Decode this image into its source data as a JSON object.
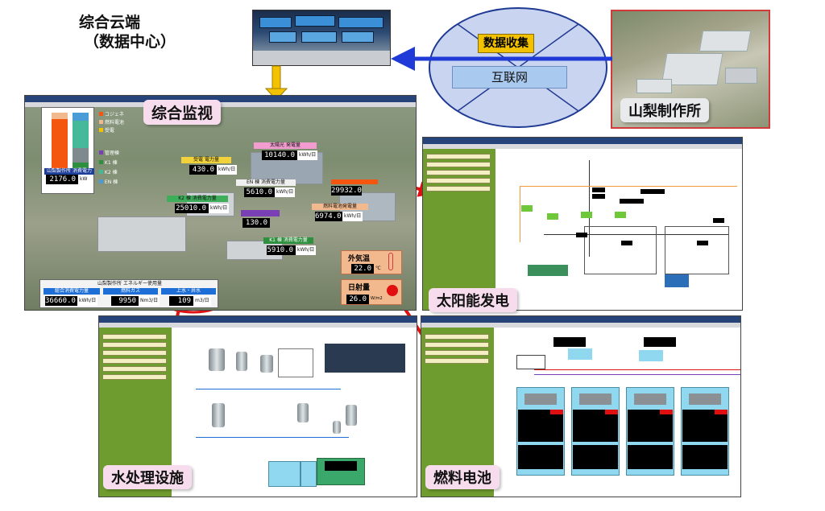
{
  "labels": {
    "cloud_line1": "综合云端",
    "cloud_line2": "（数据中心）",
    "data_collection": "数据收集",
    "internet": "互联网",
    "factory": "山梨制作所",
    "integrated_monitoring": "综合监视",
    "solar": "太阳能发电",
    "water": "水处理设施",
    "fuel_cell": "燃料电池"
  },
  "monitor": {
    "solar_label": "太陽光 発電量",
    "solar_value": "10140.0",
    "solar_unit": "kWh/日",
    "received_label": "受電 電力量",
    "received_value": "430.0",
    "received_unit": "kWh/日",
    "en_label": "EN 棟 消費電力量",
    "en_value": "5610.0",
    "en_unit": "kWh/日",
    "k2_label": "K2 棟 消費電力量",
    "k2_value": "25010.0",
    "k2_unit": "kWh/日",
    "value_29932": "29932.0",
    "fuel_label": "燃料電池発電量",
    "fuel_value": "6974.0",
    "fuel_unit": "kWh/日",
    "value_130": "130.0",
    "k1_label": "K1 棟 消費電力量",
    "k1_value": "5910.0",
    "k1_unit": "kWh/日",
    "outside_temp_label": "外気温",
    "outside_temp_value": "22.0",
    "outside_temp_unit": "℃",
    "irradiance_label": "日射量",
    "irradiance_value": "26.0",
    "irradiance_unit": "W/m2",
    "total_label": "山梨製作所 消費電力",
    "total_value": "2176.0",
    "total_unit": "kW",
    "energy_title": "山梨製作所 エネルギー使用量",
    "energy_power_label": "総合消費電力量",
    "energy_power_value": "36660.0",
    "energy_power_unit": "kWh/日",
    "energy_gas_label": "燃料ガス",
    "energy_gas_value": "9950",
    "energy_gas_unit": "Nm3/日",
    "energy_water_label": "上水・井水",
    "energy_water_value": "109",
    "energy_water_unit": "m3/日",
    "legend": [
      "コジェネ",
      "燃料電池",
      "受電",
      "管理棟",
      "K1 棟",
      "K2 棟",
      "EN 棟"
    ]
  },
  "colors": {
    "ellipse_fill": "#c9d4f0",
    "ellipse_stroke": "#1f3a93",
    "arrow_blue": "#1f3ad6",
    "arrow_red": "#e01010",
    "arrow_yellow": "#f2c200",
    "panel_green": "#6f9c2e"
  }
}
